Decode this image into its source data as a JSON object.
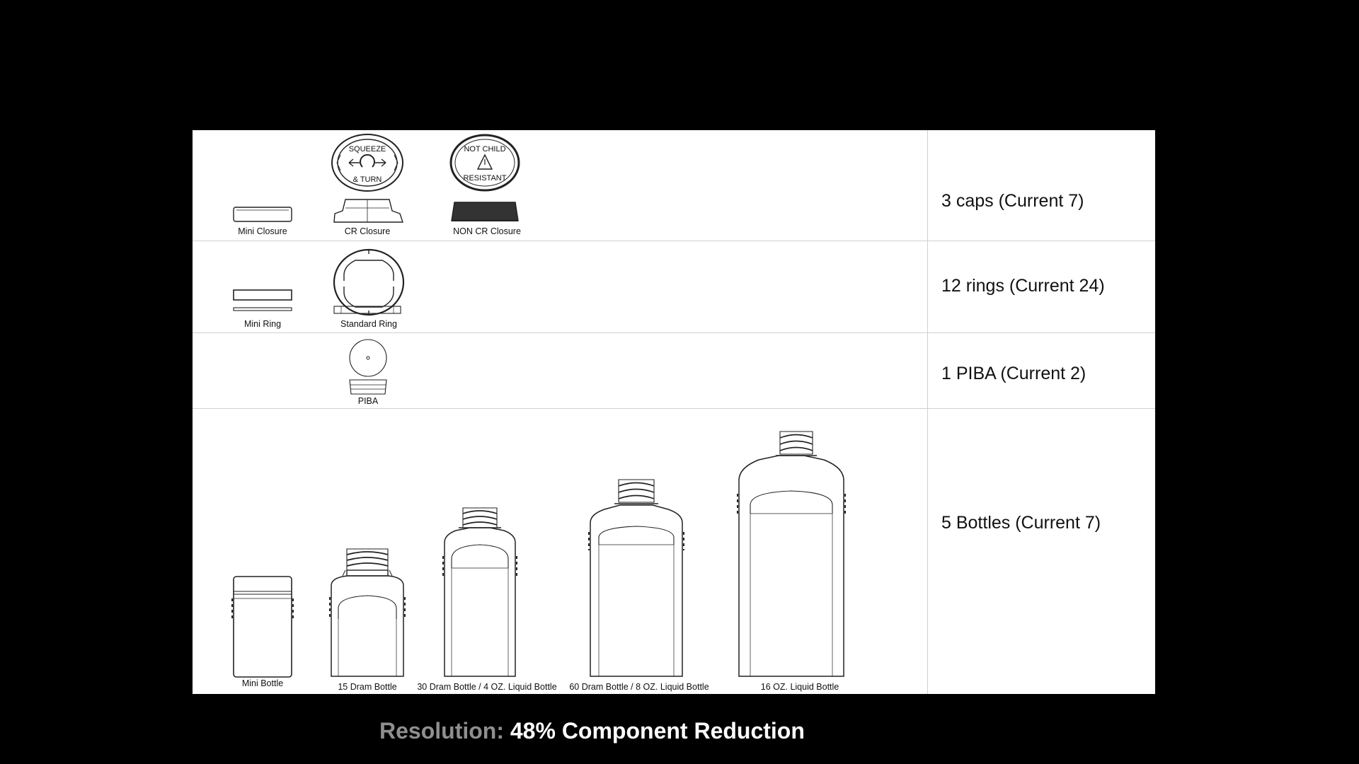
{
  "rows": {
    "caps": {
      "summary": "3 caps (Current 7)",
      "items": [
        "Mini Closure",
        "CR Closure",
        "NON CR Closure"
      ],
      "cr_top_text": [
        "SQUEEZE",
        "& TURN"
      ],
      "non_cr_top_text": [
        "NOT CHILD",
        "RESISTANT"
      ]
    },
    "rings": {
      "summary": "12 rings (Current 24)",
      "items": [
        "Mini Ring",
        "Standard Ring"
      ]
    },
    "piba": {
      "summary": "1 PIBA (Current 2)",
      "items": [
        "PIBA"
      ]
    },
    "bottles": {
      "summary": "5 Bottles (Current 7)",
      "items": [
        "Mini Bottle",
        "15 Dram Bottle",
        "30 Dram Bottle / 4 OZ. Liquid Bottle",
        "60 Dram Bottle / 8 OZ. Liquid Bottle",
        "16 OZ. Liquid Bottle"
      ]
    }
  },
  "footer": {
    "prefix": "Resolution:",
    "highlight": "48% Component Reduction"
  },
  "colors": {
    "background": "#000000",
    "panel": "#ffffff",
    "footer_prefix": "#8f8f8f",
    "footer_highlight": "#ffffff"
  }
}
